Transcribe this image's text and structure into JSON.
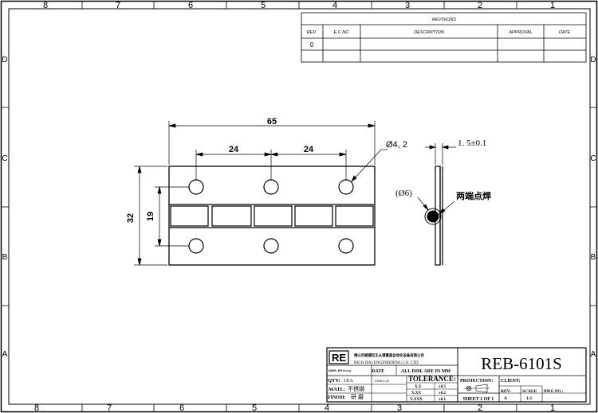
{
  "frame": {
    "zone_columns": [
      "8",
      "7",
      "6",
      "5",
      "4",
      "3",
      "2",
      "1"
    ],
    "zone_rows": [
      "D",
      "C",
      "B",
      "A"
    ]
  },
  "revisions": {
    "title": "REVISIONS",
    "headers": [
      "REV.",
      "E.C.NO",
      "DESCRIPTION",
      "APPROVAL",
      "DATE"
    ],
    "rows": [
      [
        "0",
        "",
        "",
        "",
        ""
      ]
    ]
  },
  "drawing": {
    "dim_overall_length": "65",
    "dim_hole_pitch_left": "24",
    "dim_hole_pitch_right": "24",
    "dim_hole_dia": "Ø4, 2",
    "dim_height": "32",
    "dim_knuckle": "19",
    "dim_thickness": "1. 5±0.1",
    "dim_pin_dia": "(Ø6)",
    "note_spot_weld": "两端点焊"
  },
  "title_block": {
    "logo": "RE",
    "company_cn": "佛山市顺德区乐从镇富森自动化设备有限公司",
    "company_en": "RICH (FA) ENGINEERING CO. LTD.",
    "part_no": "REB-6101S",
    "dwg_by_label": "DWG. BY:",
    "dwg_by": "Xiang",
    "date_value": "2008-4-22",
    "date_label": "DATE",
    "all_dim": "ALL DIM. ARE IN MM",
    "qty_label": "QTY:",
    "qty": "1EA",
    "matl_label": "MATL:",
    "matl": "不锈钢",
    "finish_label": "FINISH:",
    "finish": "研  磨",
    "tolerance_label": "TOLERANCE:",
    "tol_rows": [
      [
        "X.X",
        "±0.5"
      ],
      [
        "X.XX",
        "±0.2"
      ],
      [
        "X.XXX",
        "±0.1"
      ]
    ],
    "projection_label": "PROJECTION:",
    "sheet": "SHEET  1 OF 1",
    "client_label": "CLIENT:",
    "rev_label": "REV:",
    "rev_value": "A",
    "scale_label": "SCALE",
    "scale_value": "1:1",
    "dwg_no_label": "DWG NO.:"
  }
}
